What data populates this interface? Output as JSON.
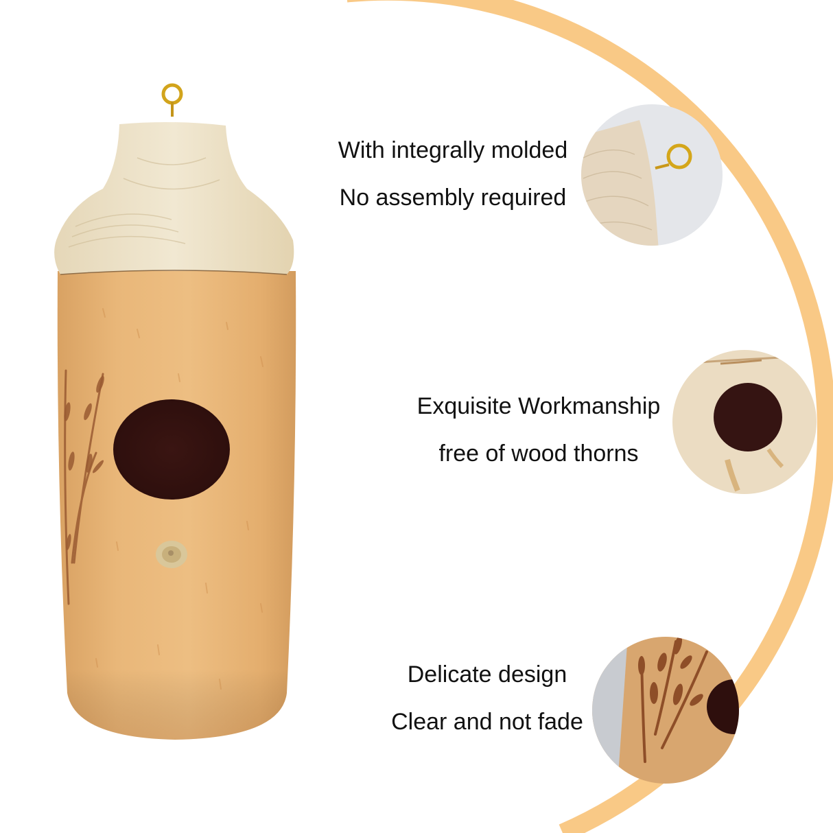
{
  "colors": {
    "background": "#FFFFFF",
    "arc": "#F9C986",
    "wood_body": "#E2AE6E",
    "wood_roof": "#EDE3CB",
    "entrance_hole": "#3A1614",
    "hook_gold": "#D4A61A",
    "engraving": "#9A5B32",
    "text": "#111111"
  },
  "product": {
    "name": "wooden hummingbird house",
    "parts": [
      "hanging-hook",
      "roof-cap",
      "body",
      "entrance-hole",
      "perch-peg",
      "engraved-reeds"
    ]
  },
  "features": [
    {
      "lines": [
        "With integrally molded",
        "No assembly required"
      ],
      "detail_image": "roof-cap-with-gold-hook"
    },
    {
      "lines": [
        "Exquisite Workmanship",
        "free of wood thorns"
      ],
      "detail_image": "entrance-hole-closeup"
    },
    {
      "lines": [
        "Delicate design",
        "Clear and not fade"
      ],
      "detail_image": "engraved-reed-pattern"
    }
  ]
}
